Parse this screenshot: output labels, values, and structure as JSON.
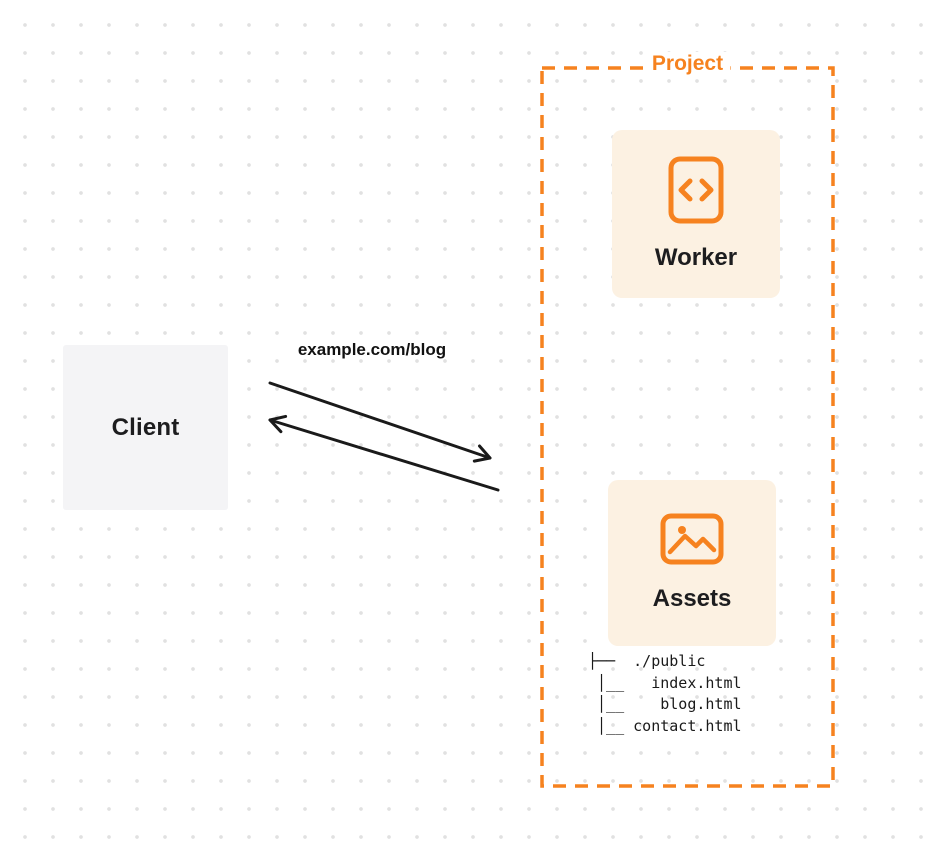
{
  "diagram": {
    "client": {
      "label": "Client"
    },
    "request_label": "example.com/blog",
    "project": {
      "label": "Project",
      "worker": {
        "label": "Worker",
        "icon": "code-icon"
      },
      "assets": {
        "label": "Assets",
        "icon": "image-icon",
        "file_tree": [
          "├──  ./public",
          " │__   index.html",
          " │__    blog.html",
          " │__ contact.html"
        ]
      }
    }
  },
  "colors": {
    "accent_orange": "#f6821f",
    "card_background": "#fcf1e2",
    "client_background": "#f4f4f6",
    "text": "#1d1d1f",
    "arrow": "#1a1a1a",
    "dot_grid": "#e1e1e1"
  }
}
